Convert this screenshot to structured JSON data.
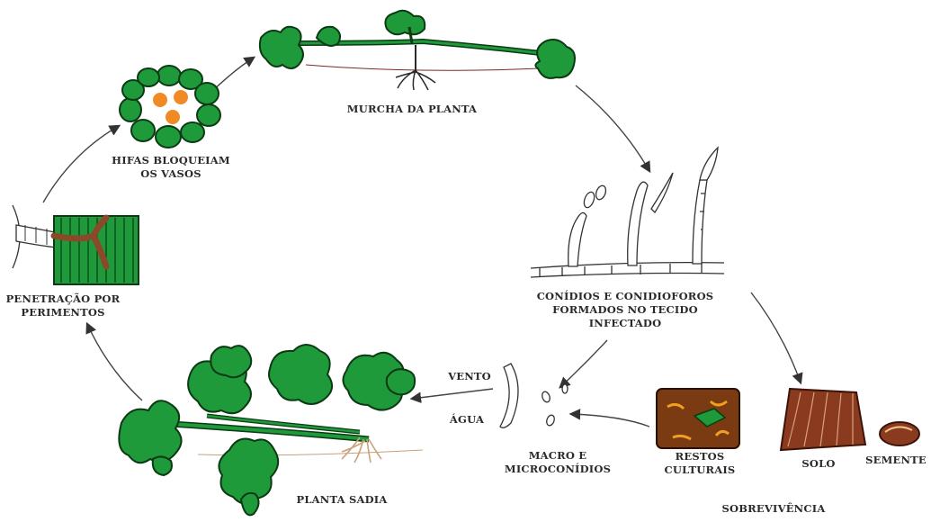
{
  "diagram": {
    "stages": {
      "wilt": {
        "label": "MURCHA DA PLANTA"
      },
      "conidia_formed": {
        "lines": [
          "CONÍDIOS E CONIDIOFOROS",
          "FORMADOS NO TECIDO",
          "INFECTADO"
        ]
      },
      "soil": {
        "label": "SOLO"
      },
      "seed": {
        "label": "SEMENTE"
      },
      "crop_residue": {
        "lines": [
          "RESTOS",
          "CULTURAIS"
        ]
      },
      "survival": {
        "label": "SOBREVIVÊNCIA"
      },
      "spores": {
        "lines": [
          "MACRO E",
          "MICROCONÍDIOS"
        ]
      },
      "wind": {
        "label": "VENTO"
      },
      "water": {
        "label": "ÁGUA"
      },
      "healthy_plant": {
        "label": "PLANTA SADIA"
      },
      "penetration": {
        "lines": [
          "PENETRAÇÃO POR",
          "PERIMENTOS"
        ]
      },
      "hyphae_block": {
        "lines": [
          "HIFAS BLOQUEIAM",
          "OS VASOS"
        ]
      }
    },
    "colors": {
      "plant_green": "#1f9a3a",
      "plant_outline": "#0b3a14",
      "orange_spore": "#f08a24",
      "soil_brown": "#8a3a1e",
      "residue_brown": "#7a3a12",
      "root_tan": "#c9a27a",
      "arrow": "#333333"
    }
  }
}
